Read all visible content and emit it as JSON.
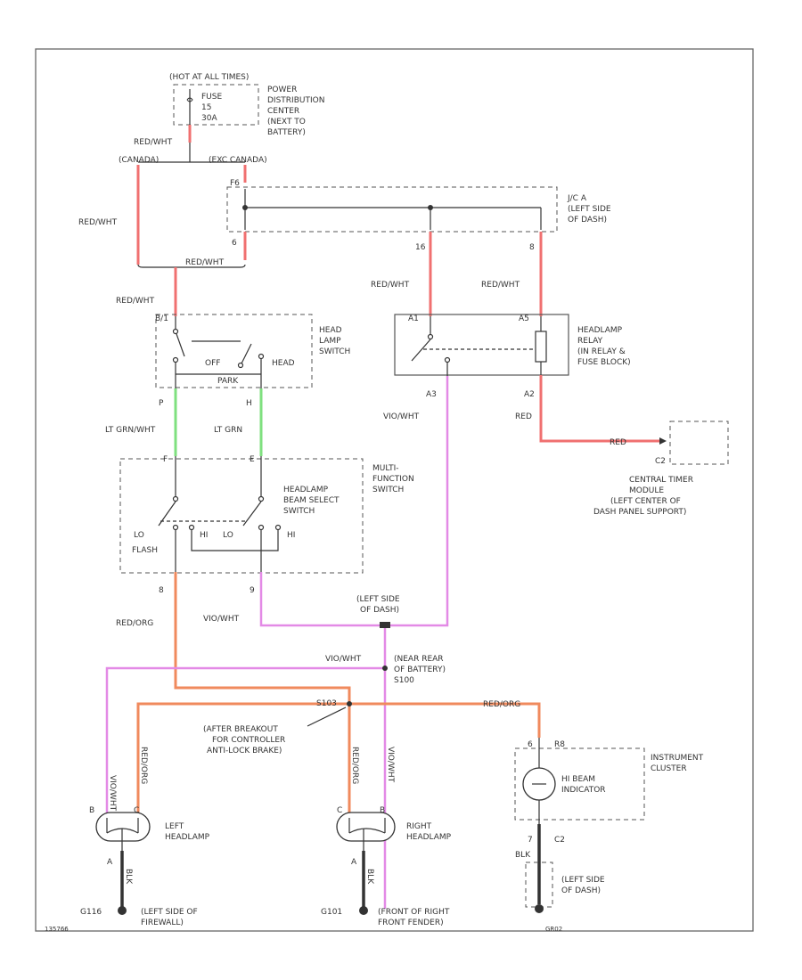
{
  "labels": {
    "hot": "(HOT AT ALL TIMES)",
    "fuse_a": "FUSE",
    "fuse_b": "15",
    "fuse_c": "30A",
    "pdc": [
      "POWER",
      "DISTRIBUTION",
      "CENTER",
      "(NEXT TO",
      "BATTERY)"
    ],
    "w_red_wht_1": "RED/WHT",
    "w_canada": "(CANADA)",
    "w_exc_canada": "(EXC CANADA)",
    "w_red_wht_2": "RED/WHT",
    "w_red_wht_3": "RED/WHT",
    "w_red_wht_4": "RED/WHT",
    "jc_pin_top": "F6",
    "jc_pin_b": "6",
    "jc_pin_16": "16",
    "jc_pin_8": "8",
    "jc": [
      "J/C A",
      "(LEFT SIDE",
      "OF DASH)"
    ],
    "w_red_wht_jc1": "RED/WHT",
    "w_red_wht_jc2": "RED/WHT",
    "hs_pin_top": "B/1",
    "hs": [
      "HEAD",
      "LAMP",
      "SWITCH"
    ],
    "hs_off": "OFF",
    "hs_head": "HEAD",
    "hs_park": "PARK",
    "hs_pin_p": "P",
    "hs_pin_h": "H",
    "relay": [
      "HEADLAMP",
      "RELAY",
      "(IN RELAY &",
      "FUSE BLOCK)"
    ],
    "relay_a1": "A1",
    "relay_a5": "A5",
    "relay_a3": "A3",
    "relay_a2": "A2",
    "w_lt_grn_wht": "LT GRN/WHT",
    "w_lt_grn": "LT GRN",
    "w_vio_wht_relay": "VIO/WHT",
    "w_red_relay": "RED",
    "w_red_ctm": "RED",
    "ctm_pin": "C2",
    "ctm": [
      "CENTRAL TIMER",
      "MODULE",
      "(LEFT CENTER OF",
      "DASH PANEL SUPPORT)"
    ],
    "mf": [
      "MULTI-",
      "FUNCTION",
      "SWITCH"
    ],
    "beam": [
      "HEADLAMP",
      "BEAM SELECT",
      "SWITCH"
    ],
    "mf_lo1": "LO",
    "mf_hi1": "HI",
    "mf_lo2": "LO",
    "mf_hi2": "HI",
    "mf_flash": "FLASH",
    "mf_pin_f": "F",
    "mf_pin_e": "E",
    "mf_pin_8": "8",
    "mf_pin_9": "9",
    "w_red_org": "RED/ORG",
    "w_vio_wht_mf": "VIO/WHT",
    "dash_splice": [
      "(LEFT SIDE",
      "OF DASH)"
    ],
    "w_vio_wht_s100": "VIO/WHT",
    "s100": [
      "(NEAR REAR",
      "OF BATTERY)",
      "S100"
    ],
    "s103": "S103",
    "afterbreakout": [
      "(AFTER BREAKOUT",
      "FOR CONTROLLER",
      "ANTI-LOCK BRAKE)"
    ],
    "w_red_org_cl": "RED/ORG",
    "w_vio_wht_lh": "VIO/WHT",
    "w_red_org_lh": "RED/ORG",
    "w_red_org_rh": "RED/ORG",
    "w_vio_wht_rh": "VIO/WHT",
    "cl_pin_top": "6",
    "cl_pin_r8": "R8",
    "cluster": [
      "INSTRUMENT",
      "CLUSTER"
    ],
    "hi_beam": [
      "HI BEAM",
      "INDICATOR"
    ],
    "cl_pin_7": "7",
    "cl_pin_c2": "C2",
    "w_blk_cl": "BLK",
    "cl_ground": [
      "(LEFT SIDE",
      "OF DASH)"
    ],
    "lh": [
      "LEFT",
      "HEADLAMP"
    ],
    "rh": [
      "RIGHT",
      "HEADLAMP"
    ],
    "lh_pins": [
      "B",
      "C"
    ],
    "rh_pins": [
      "C",
      "B"
    ],
    "lh_pin_a": "A",
    "rh_pin_a": "A",
    "w_blk_lh": "BLK",
    "w_blk_rh": "BLK",
    "g_lh": "G116",
    "g_rh": "G101",
    "g_lh_loc": [
      "(LEFT SIDE OF",
      "FIREWALL)"
    ],
    "g_rh_loc": [
      "(FRONT OF RIGHT",
      "FRONT FENDER)"
    ],
    "footer_left": "135766",
    "footer_right": "GR02"
  }
}
